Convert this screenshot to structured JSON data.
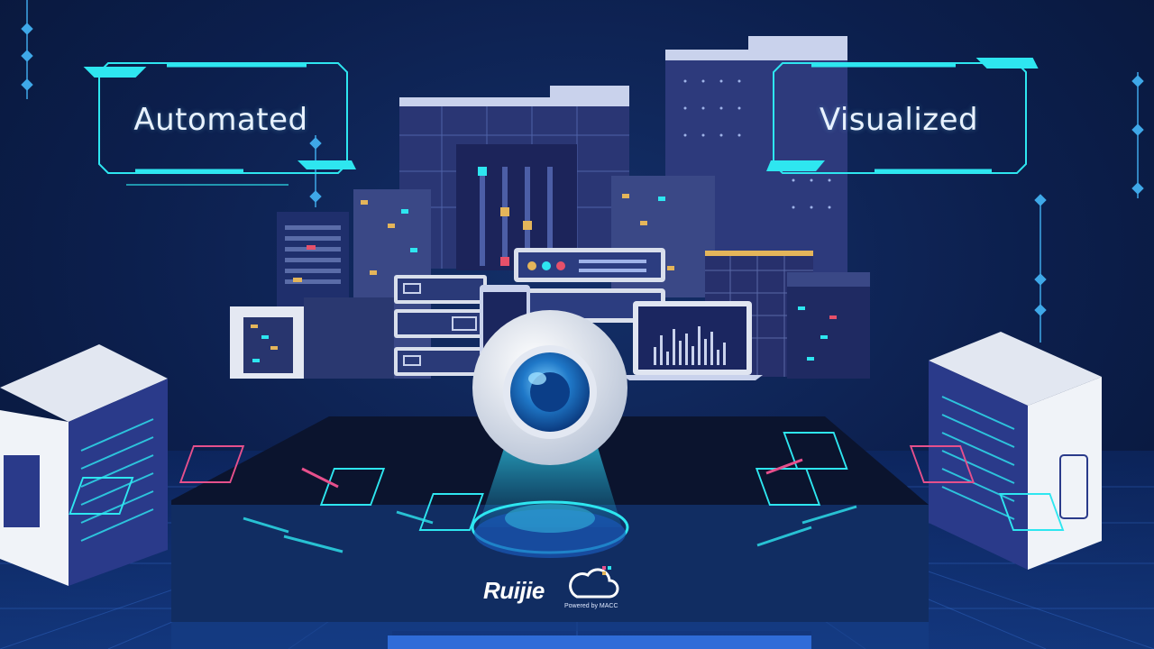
{
  "labels": {
    "left": "Automated",
    "right": "Visualized"
  },
  "brand": {
    "name": "Ruijie",
    "powered_by": "Powered by MACC"
  },
  "icons": [
    "camera-icon",
    "cloud-logo-icon",
    "laptop-chart-icon",
    "server-icon"
  ],
  "colors": {
    "background": "#0c1f4d",
    "accent_cyan": "#2ee6f0",
    "accent_pink": "#e6508c",
    "panel_blue": "#2c56a8"
  }
}
